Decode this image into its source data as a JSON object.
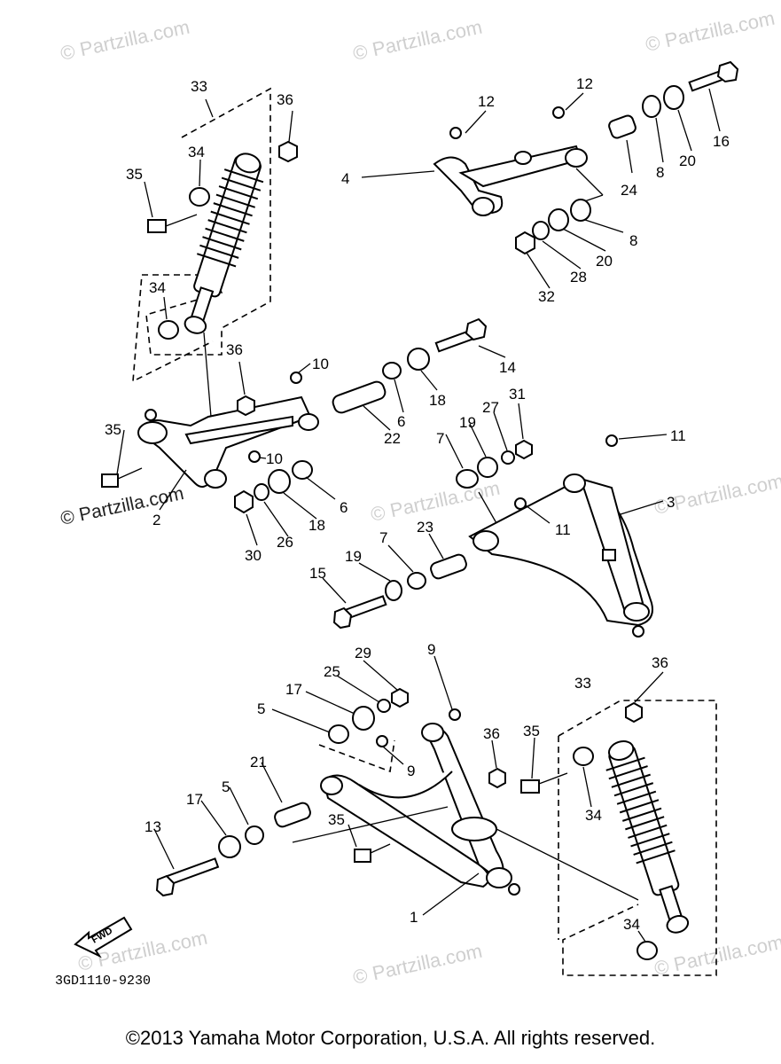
{
  "watermarks": {
    "site": "© Partzilla.com",
    "site_lower": "© Partzilla.com",
    "site_side": "© Partzilla.com"
  },
  "part_numbers": [
    "1",
    "2",
    "3",
    "4",
    "5",
    "6",
    "7",
    "8",
    "9",
    "10",
    "11",
    "12",
    "13",
    "14",
    "15",
    "16",
    "17",
    "18",
    "19",
    "20",
    "21",
    "22",
    "23",
    "24",
    "25",
    "26",
    "27",
    "28",
    "29",
    "30",
    "31",
    "32",
    "33",
    "34",
    "35",
    "36"
  ],
  "arrow_label": "FWD",
  "diagram_code": "3GD1110-9230",
  "copyright": "©2013 Yamaha Motor Corporation, U.S.A. All rights reserved."
}
